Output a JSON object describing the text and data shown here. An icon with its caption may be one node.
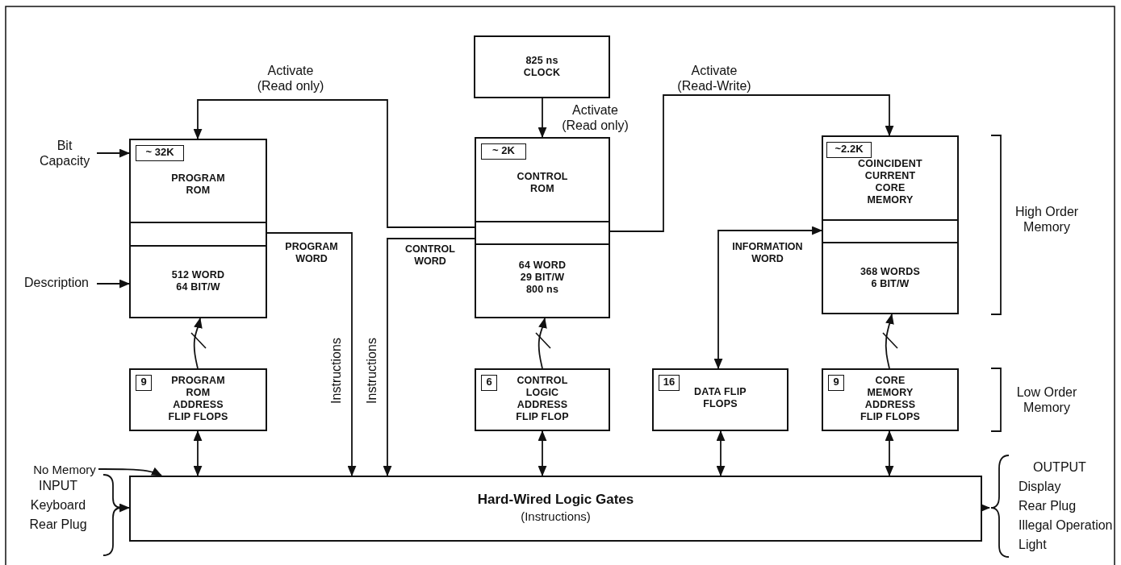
{
  "diagram": {
    "nodes": [
      {
        "text": [
          "825 ns CLOCK"
        ]
      },
      {
        "text": [
          "PROGRAM ROM",
          "512 WORD 64 BIT/W"
        ]
      },
      {
        "text": [
          "~ 32K"
        ],
        "in": 1
      },
      {
        "text": [
          "CONTROL ROM",
          "64 WORD 29 BIT/W 800 ns"
        ]
      },
      {
        "text": [
          "~ 2K"
        ],
        "in": 3
      },
      {
        "text": [
          "COINCIDENT CURRENT CORE MEMORY",
          "368 WORDS 6 BIT/W"
        ]
      },
      {
        "text": [
          "~2.2K"
        ],
        "in": 5
      },
      {
        "text": [
          "PROGRAM ROM ADDRESS FLIP FLOPS"
        ]
      },
      {
        "text": [
          "9"
        ],
        "in": 7
      },
      {
        "text": [
          "CONTROL LOGIC ADDRESS FLIP FLOP"
        ]
      },
      {
        "text": [
          "6"
        ],
        "in": 9
      },
      {
        "text": [
          "DATA FLIP FLOPS"
        ]
      },
      {
        "text": [
          "16"
        ],
        "in": 11
      },
      {
        "text": [
          "CORE MEMORY ADDRESS FLIP FLOPS"
        ]
      },
      {
        "text": [
          "9"
        ],
        "in": 13
      },
      {
        "text": [
          "Hard-Wired Logic Gates",
          "(Instructions)"
        ]
      },
      {
        "text": [
          "Bit Capacity"
        ]
      },
      {
        "text": [
          "Description"
        ]
      },
      {
        "text": [
          "No Memory"
        ]
      },
      {
        "text": [
          "INPUT",
          "Keyboard",
          "Rear Plug"
        ]
      },
      {
        "text": [
          "OUTPUT",
          "Display",
          "Rear Plug",
          "Illegal Operation",
          "Light"
        ]
      }
    ],
    "edges": [
      {
        "from": 0,
        "to": 3,
        "arrow": "to",
        "label": "Activate (Read only)"
      },
      {
        "from": 3,
        "to": 1,
        "arrow": "to",
        "label": "Activate (Read only)"
      },
      {
        "from": 3,
        "to": 5,
        "arrow": "to",
        "label": "Activate (Read-Write)"
      },
      {
        "from": 1,
        "to": 15,
        "arrow": "to",
        "label": "PROGRAM WORD"
      },
      {
        "from": 3,
        "to": 15,
        "arrow": "to",
        "label": "CONTROL WORD"
      },
      {
        "from": 5,
        "to": 11,
        "arrow": "both",
        "label": "INFORMATION WORD"
      },
      {
        "from": 7,
        "to": 1,
        "arrow": "to"
      },
      {
        "from": 9,
        "to": 3,
        "arrow": "to"
      },
      {
        "from": 13,
        "to": 5,
        "arrow": "to"
      },
      {
        "from": 7,
        "to": 15,
        "arrow": "both"
      },
      {
        "from": 9,
        "to": 15,
        "arrow": "both"
      },
      {
        "from": 11,
        "to": 15,
        "arrow": "both"
      },
      {
        "from": 13,
        "to": 15,
        "arrow": "both"
      },
      {
        "from": 16,
        "to": 1,
        "arrow": "to"
      },
      {
        "from": 17,
        "to": 1,
        "arrow": "to"
      },
      {
        "from": 18,
        "to": 15,
        "arrow": "to"
      },
      {
        "from": 19,
        "to": 15,
        "arrow": "to"
      },
      {
        "from": 15,
        "to": 20,
        "arrow": "to"
      }
    ],
    "labels": [
      "Instructions",
      "Instructions",
      "High Order Memory",
      "Low Order Memory"
    ]
  }
}
